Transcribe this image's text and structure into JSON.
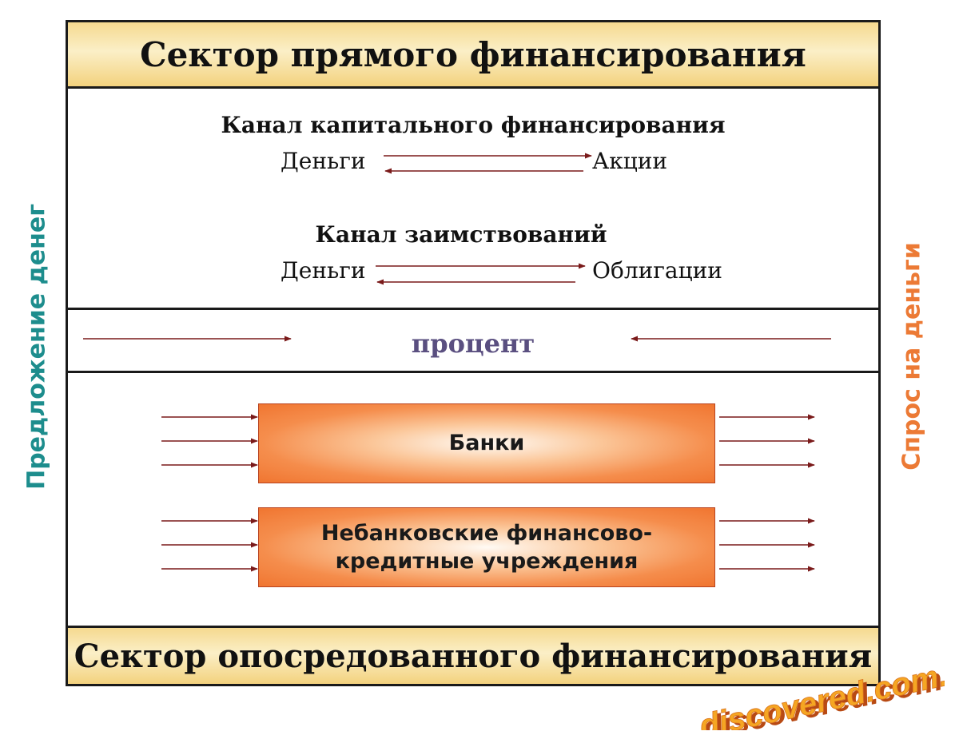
{
  "top_band": {
    "title": "Сектор прямого финансирования"
  },
  "capital_channel": {
    "title": "Канал капитального финансирования",
    "left": "Деньги",
    "right": "Акции"
  },
  "borrowing_channel": {
    "title": "Канал заимствований",
    "left": "Деньги",
    "right": "Облигации"
  },
  "interest": {
    "label": "процент"
  },
  "institutions": {
    "banks": "Банки",
    "nonbank_line1": "Небанковские финансово-",
    "nonbank_line2": "кредитные учреждения"
  },
  "bottom_band": {
    "title": "Сектор опосредованного финансирования"
  },
  "side_labels": {
    "left": "Предложение денег",
    "right": "Спрос на деньги"
  },
  "watermark": "discovered.com.ua",
  "colors": {
    "arrow": "#7a1a1a",
    "band": "#f5d98f",
    "institution_box": "#f58d4c",
    "left_label": "#1d8d8d",
    "right_label": "#ec7a35",
    "interest_text": "#5a4f80"
  }
}
